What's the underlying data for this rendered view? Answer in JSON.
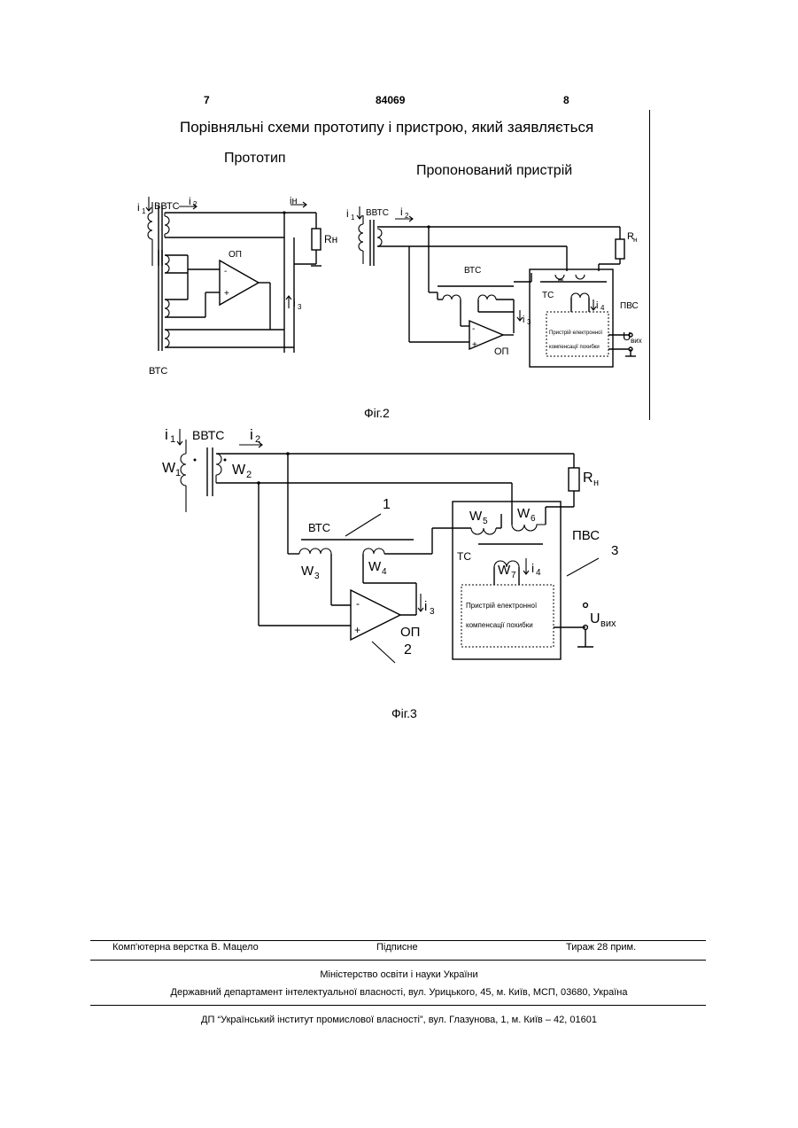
{
  "header": {
    "page_left": "7",
    "patent_number": "84069",
    "page_right": "8"
  },
  "title": "Порівняльні схеми прототипу і пристрою,  який заявляється",
  "prototype_heading": "Прототип",
  "proposed_heading": "Пропонований пристрій",
  "fig2": {
    "caption": "Фіг.2",
    "proto": {
      "i1": "i",
      "i1_sub": "1",
      "vvts": "ВВТС",
      "i2": "i",
      "i2_sub": "2",
      "in": "iн",
      "rn": "Rн",
      "op": "ОП",
      "i3": "i",
      "i3_sub": "3",
      "vts": "ВТС",
      "minus": "-",
      "plus": "+"
    },
    "prop": {
      "i1": "i",
      "i1_sub": "1",
      "vvts": "ВВТС",
      "i2": "i",
      "i2_sub": "2",
      "rn": "R",
      "rn_sub": "н",
      "vts": "ВТС",
      "ts": "ТС",
      "i3": "i",
      "i3_sub": "3",
      "i4": "i",
      "i4_sub": "4",
      "pvs": "ПВС",
      "op": "ОП",
      "box_line1": "Пристрій електронної",
      "box_line2": "компенсації похибки",
      "uvyh": "U",
      "uvyh_sub": "вих",
      "minus": "-",
      "plus": "+"
    }
  },
  "fig3": {
    "caption": "Фіг.3",
    "i1": "i",
    "i1_sub": "1",
    "vvts": "ВВТС",
    "i2": "i",
    "i2_sub": "2",
    "w1": "W",
    "w1_sub": "1",
    "w2": "W",
    "w2_sub": "2",
    "w3": "W",
    "w3_sub": "3",
    "w4": "W",
    "w4_sub": "4",
    "w5": "W",
    "w5_sub": "5",
    "w6": "W",
    "w6_sub": "6",
    "w7": "W",
    "w7_sub": "7",
    "rn": "R",
    "rn_sub": "н",
    "n1": "1",
    "vts": "ВТС",
    "ts": "ТС",
    "pvs": "ПВС",
    "n3": "3",
    "i3": "i",
    "i3_sub": "3",
    "i4": "i",
    "i4_sub": "4",
    "op": "ОП",
    "n2": "2",
    "box_line1": "Пристрій електронної",
    "box_line2": "компенсації похибки",
    "uvyh": "U",
    "uvyh_sub": "вих",
    "minus": "-",
    "plus": "+"
  },
  "footer": {
    "layout": "Комп'ютерна верстка В. Мацело",
    "signed": "Підписне",
    "circulation": "Тираж 28 прим.",
    "ministry": "Міністерство освіти і науки України",
    "department": "Державний департамент інтелектуальної власності, вул. Урицького, 45, м. Київ, МСП, 03680, Україна",
    "institute": "ДП “Український інститут промислової власності”, вул. Глазунова, 1, м. Київ – 42, 01601"
  }
}
